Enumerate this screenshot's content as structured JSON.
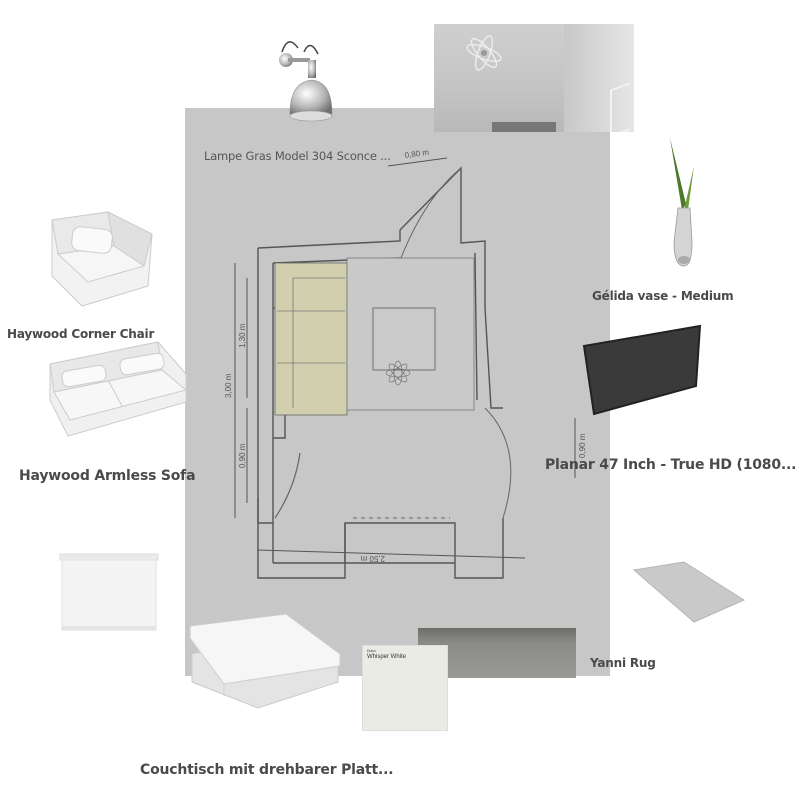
{
  "board": {
    "items": [
      {
        "id": "lamp",
        "label": "Lampe Gras Model 304 Sconce ..."
      },
      {
        "id": "vase",
        "label": "Gélida vase - Medium"
      },
      {
        "id": "corner-chair",
        "label": "Haywood Corner Chair"
      },
      {
        "id": "armless-sofa",
        "label": "Haywood Armless Sofa"
      },
      {
        "id": "tv",
        "label": "Planar 47 Inch - True HD (1080..."
      },
      {
        "id": "rug",
        "label": "Yanni Rug"
      },
      {
        "id": "coffee-table",
        "label": "Couchtisch mit drehbarer Platt..."
      }
    ],
    "paint_swatch": {
      "brand": "Dulux",
      "name": "Whisper White",
      "color": "#ebebe6"
    },
    "floor_plan": {
      "dimensions": {
        "top_width": "0,80 m",
        "length": "3,00 m",
        "segment_upper": "1,30 m",
        "segment_lower": "0,90 m",
        "bottom_width": "2,50 m",
        "right_side": "0,90 m"
      }
    }
  }
}
